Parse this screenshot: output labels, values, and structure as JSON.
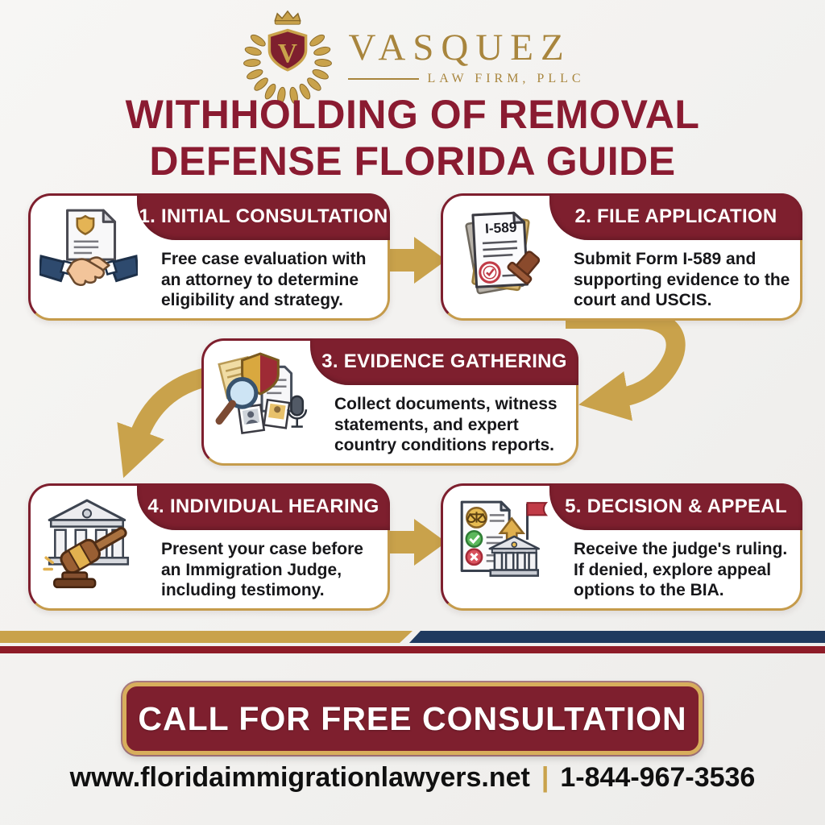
{
  "logo": {
    "name": "VASQUEZ",
    "subtitle": "LAW FIRM, PLLC",
    "monogram": "V"
  },
  "title": {
    "line1": "WITHHOLDING OF REMOVAL",
    "line2": "DEFENSE FLORIDA GUIDE"
  },
  "steps": [
    {
      "header": "1. INITIAL CONSULTATION",
      "icon": "handshake-document-icon",
      "lines": [
        "Free case evaluation with",
        "an attorney to determine",
        "eligibility and strategy."
      ]
    },
    {
      "header": "2. FILE APPLICATION",
      "icon": "i589-document-stack-icon",
      "form_label": "I-589",
      "lines": [
        "Submit Form I-589 and",
        "supporting evidence to the",
        "court and USCIS."
      ]
    },
    {
      "header": "3. EVIDENCE GATHERING",
      "icon": "evidence-magnifier-shield-icon",
      "lines": [
        "Collect documents, witness",
        "statements, and expert",
        "country conditions reports."
      ]
    },
    {
      "header": "4. INDIVIDUAL HEARING",
      "icon": "courthouse-gavel-icon",
      "lines": [
        "Present your case before",
        "an Immigration Judge,",
        "including testimony."
      ]
    },
    {
      "header": "5. DECISION & APPEAL",
      "icon": "ruling-checklist-appeal-icon",
      "lines": [
        "Receive the judge's ruling.",
        "If denied, explore appeal",
        "options to the BIA."
      ]
    }
  ],
  "cta": {
    "label": "CALL FOR FREE CONSULTATION"
  },
  "footer": {
    "website": "www.floridaimmigrationlawyers.net",
    "separator": "|",
    "phone": "1-844-967-3536"
  },
  "colors": {
    "maroon": "#7E1F2E",
    "title_red": "#8A1B31",
    "gold": "#C9A24B",
    "navy": "#1F3A5F",
    "background": "#F4F3F1"
  }
}
